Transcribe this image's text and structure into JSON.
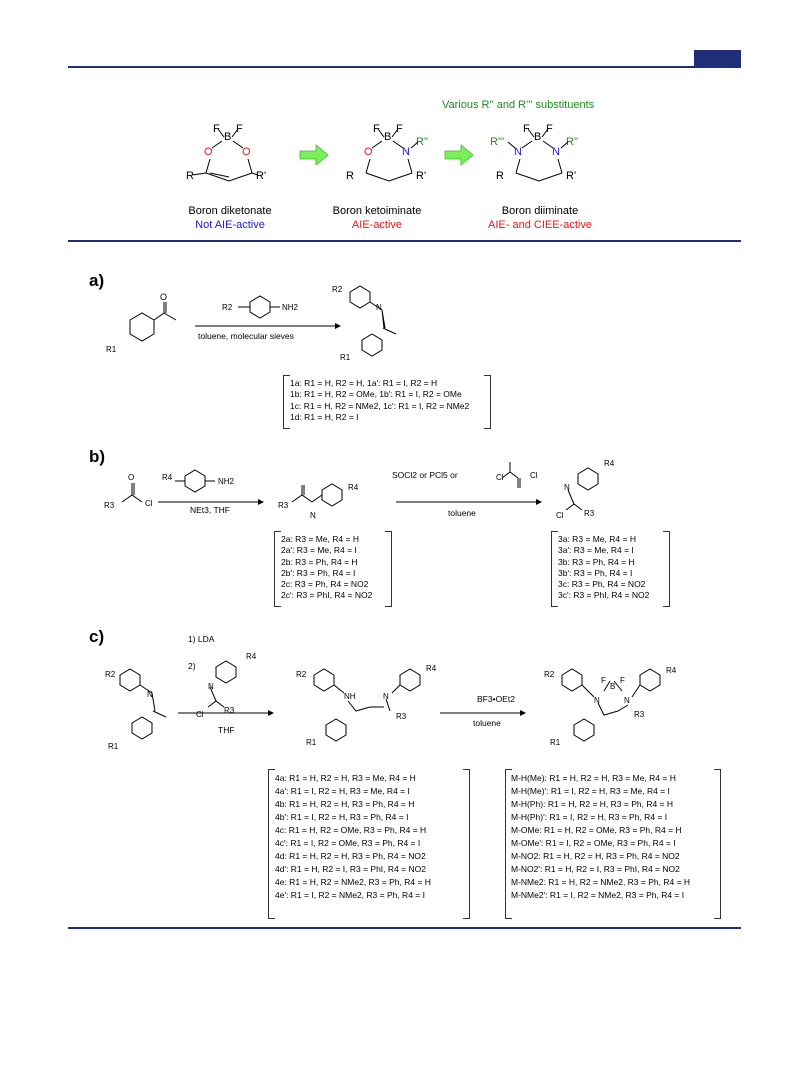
{
  "top": {
    "substituent_note": "Various R'' and R''' substituents",
    "structures": [
      {
        "name": "Boron diketonate",
        "status": "Not AIE-active"
      },
      {
        "name": "Boron ketoiminate",
        "status": "AIE-active"
      },
      {
        "name": "Boron diiminate",
        "status": "AIE- and CIEE-active"
      }
    ]
  },
  "sections": {
    "a": {
      "label": "a)",
      "conditions": "toluene, molecular sieves",
      "list": [
        "1a: R1 = H, R2 = H, 1a': R1 = I, R2 = H",
        "1b: R1 = H, R2 = OMe, 1b': R1 = I, R2 = OMe",
        "1c: R1 = H, R2 = NMe2, 1c': R1 = I, R2 = NMe2",
        "1d: R1 = H, R2 = I"
      ]
    },
    "b": {
      "label": "b)",
      "conditions1": "NEt3, THF",
      "reagents2": "SOCl2 or PCl5 or",
      "conditions2": "toluene",
      "list2": [
        "2a: R3 = Me, R4 = H",
        "2a': R3 = Me, R4 = I",
        "2b: R3 = Ph, R4 = H",
        "2b': R3 = Ph, R4 = I",
        "2c: R3 = Ph, R4 = NO2",
        "2c': R3 = PhI, R4 = NO2"
      ],
      "list3": [
        "3a: R3 = Me, R4 = H",
        "3a': R3 = Me, R4 = I",
        "3b: R3 = Ph, R4 = H",
        "3b': R3 = Ph, R4 = I",
        "3c: R3 = Ph, R4 = NO2",
        "3c': R3 = PhI, R4 = NO2"
      ]
    },
    "c": {
      "label": "c)",
      "step1": "1) LDA",
      "step2": "2)",
      "solvent1": "THF",
      "reagent2": "BF3•OEt2",
      "solvent2": "toluene",
      "list4": [
        "4a: R1 = H, R2 = H, R3 = Me, R4 = H",
        "4a': R1 = I, R2 = H, R3 = Me, R4 = I",
        "4b: R1 = H, R2 = H, R3 = Ph, R4 = H",
        "4b': R1 = I, R2 = H, R3 = Ph, R4 = I",
        "4c: R1 = H, R2 = OMe, R3 = Ph, R4 = H",
        "4c': R1 = I, R2 = OMe, R3 = Ph, R4 = I",
        "4d: R1 = H, R2 = H, R3 = Ph, R4 = NO2",
        "4d': R1 = H, R2 = I, R3 = PhI, R4 = NO2",
        "4e: R1 = H, R2 = NMe2, R3 = Ph, R4 = H",
        "4e': R1 = I, R2 = NMe2, R3 = Ph, R4 = I"
      ],
      "listM": [
        "M-H(Me): R1 = H, R2 = H, R3 = Me, R4 = H",
        "M-H(Me)': R1 = I, R2 = H, R3 = Me, R4 = I",
        "M-H(Ph): R1 = H, R2 = H, R3 = Ph, R4 = H",
        "M-H(Ph)': R1 = I, R2 = H, R3 = Ph, R4 = I",
        "M-OMe: R1 = H, R2 = OMe, R3 = Ph, R4 = H",
        "M-OMe': R1 = I, R2 = OMe, R3 = Ph, R4 = I",
        "M-NO2: R1 = H, R2 = H, R3 = Ph, R4 = NO2",
        "M-NO2': R1 = H, R2 = I, R3 = PhI, R4 = NO2",
        "M-NMe2: R1 = H, R2 = NMe2, R3 = Ph, R4 = H",
        "M-NMe2': R1 = I, R2 = NMe2, R3 = Ph, R4 = I"
      ]
    }
  },
  "colors": {
    "rule": "#1f2f7a",
    "green": "#1f8a1f",
    "blue": "#1a1ad6",
    "red": "#e01919",
    "arrow": "#7cf05a"
  }
}
